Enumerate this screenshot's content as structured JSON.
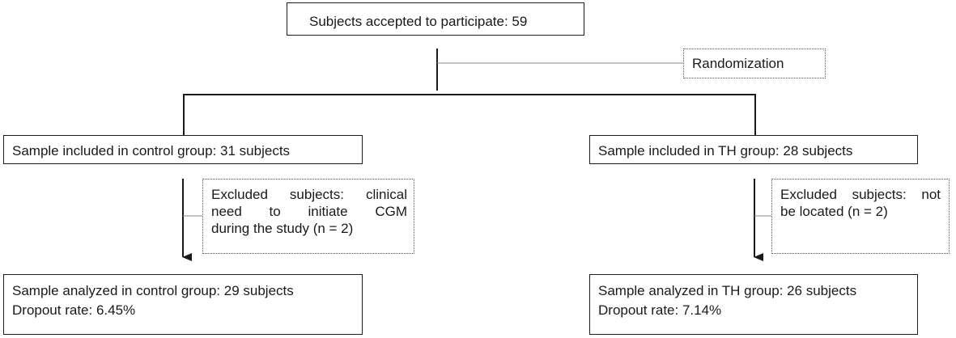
{
  "nodes": {
    "accepted": "Subjects accepted to participate: 59",
    "randomization": "Randomization",
    "control_included": "Sample included in control group: 31 subjects",
    "th_included": "Sample included in TH group: 28 subjects",
    "control_excluded": {
      "line1": "Excluded subjects: clinical",
      "line2": "need to initiate CGM",
      "line3": "during the study (n = 2)"
    },
    "th_excluded": {
      "line1": "Excluded subjects: not",
      "line2": "be located (n = 2)"
    },
    "control_analyzed": {
      "line1": "Sample analyzed in control group: 29 subjects",
      "line2": "Dropout rate: 6.45%"
    },
    "th_analyzed": {
      "line1": "Sample analyzed in TH group: 26 subjects",
      "line2": "Dropout rate: 7.14%"
    }
  }
}
